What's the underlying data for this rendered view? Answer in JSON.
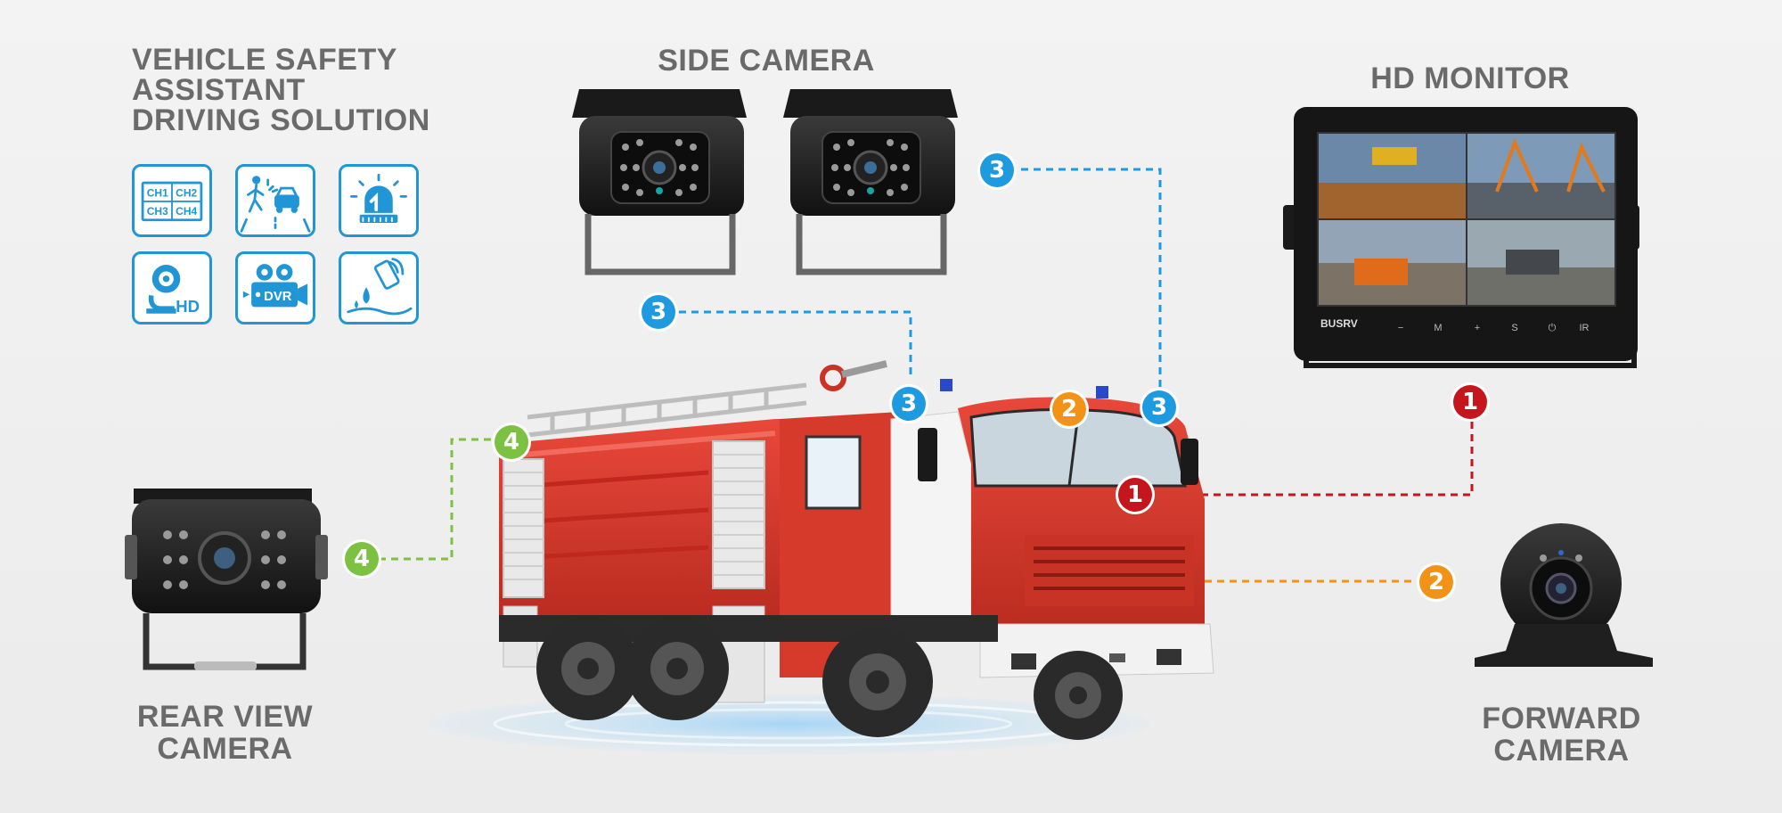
{
  "title": {
    "line1": "VEHICLE SAFETY",
    "line2": "ASSISTANT",
    "line3": "DRIVING SOLUTION"
  },
  "features": [
    {
      "icon": "quad-channel-icon",
      "ch1": "CH1",
      "ch2": "CH2",
      "ch3": "CH3",
      "ch4": "CH4"
    },
    {
      "icon": "pedestrian-collision-icon"
    },
    {
      "icon": "warning-light-icon"
    },
    {
      "icon": "hd-camera-icon",
      "text": "HD"
    },
    {
      "icon": "dvr-recorder-icon",
      "text": "DVR"
    },
    {
      "icon": "waterproof-shockproof-icon"
    }
  ],
  "labels": {
    "side_camera": "SIDE CAMERA",
    "hd_monitor": "HD MONITOR",
    "rear_view_line1": "REAR VIEW",
    "rear_view_line2": "CAMERA",
    "forward_line1": "FORWARD",
    "forward_line2": "CAMERA"
  },
  "monitor": {
    "brand": "BUSRV",
    "buttons": [
      "−",
      "M",
      "+",
      "S",
      "⏻",
      "IR"
    ]
  },
  "badges": {
    "monitor": "1",
    "forward": "2",
    "side": "3",
    "rear": "4"
  },
  "colors": {
    "badge_1": "#c4161c",
    "badge_2": "#f29318",
    "badge_3": "#1e9be0",
    "badge_4": "#7cc142",
    "icon_blue": "#2196d6",
    "truck_red": "#d83a2c"
  }
}
